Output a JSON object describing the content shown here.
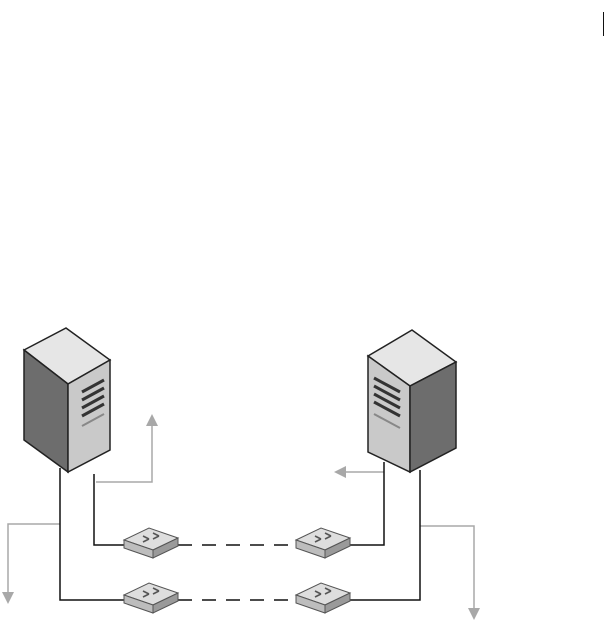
{
  "diagram": {
    "nodes": [
      {
        "id": "server-left",
        "kind": "server",
        "icon": "server-tower-icon"
      },
      {
        "id": "server-right",
        "kind": "server",
        "icon": "server-tower-icon"
      },
      {
        "id": "router-top-left",
        "kind": "router",
        "icon": "router-icon"
      },
      {
        "id": "router-top-right",
        "kind": "router",
        "icon": "router-icon"
      },
      {
        "id": "router-bottom-left",
        "kind": "router",
        "icon": "router-icon"
      },
      {
        "id": "router-bottom-right",
        "kind": "router",
        "icon": "router-icon"
      }
    ],
    "edges": [
      {
        "from": "server-left",
        "to": "router-top-left",
        "style": "solid"
      },
      {
        "from": "server-left",
        "to": "router-bottom-left",
        "style": "solid"
      },
      {
        "from": "router-top-left",
        "to": "router-top-right",
        "style": "dashed"
      },
      {
        "from": "router-bottom-left",
        "to": "router-bottom-right",
        "style": "dashed"
      },
      {
        "from": "router-top-right",
        "to": "server-right",
        "style": "solid"
      },
      {
        "from": "router-bottom-right",
        "to": "server-right",
        "style": "solid"
      }
    ],
    "arrows": [
      {
        "id": "arrow-left-up",
        "direction": "up"
      },
      {
        "id": "arrow-left-down",
        "direction": "down"
      },
      {
        "id": "arrow-right-left",
        "direction": "left"
      },
      {
        "id": "arrow-right-down",
        "direction": "down"
      }
    ],
    "colors": {
      "server_front": "#c9c9c9",
      "server_side": "#6d6d6d",
      "server_top": "#e6e6e6",
      "router_top": "#dedede",
      "router_side": "#9a9a9a",
      "link": "#111111",
      "arrow": "#a8a8a8"
    }
  }
}
